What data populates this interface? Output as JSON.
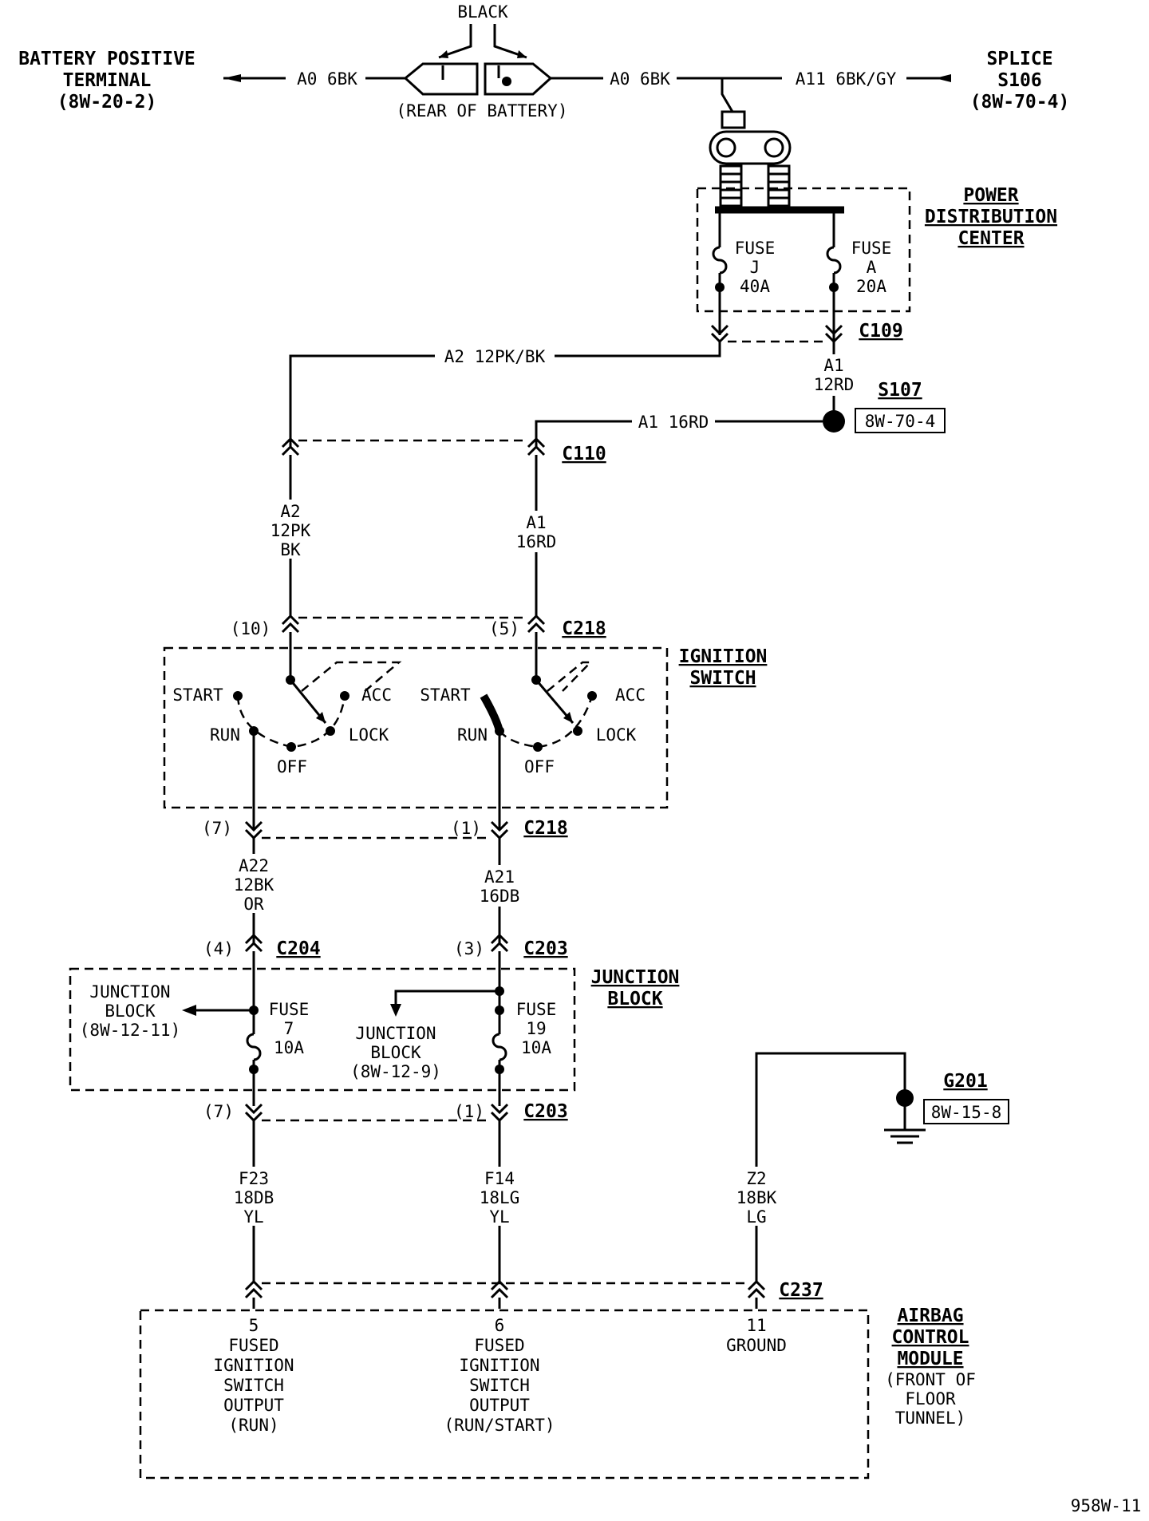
{
  "labels": {
    "battery_positive": [
      "BATTERY POSITIVE",
      "TERMINAL",
      "(8W-20-2)"
    ],
    "black": "BLACK",
    "rear_of_battery": "(REAR OF BATTERY)",
    "wire_a0_left": "A0 6BK",
    "wire_a0_right": "A0 6BK",
    "wire_a11": "A11 6BK/GY",
    "splice": [
      "SPLICE",
      "S106",
      "(8W-70-4)"
    ],
    "pdc": [
      "POWER",
      "DISTRIBUTION",
      "CENTER"
    ],
    "fuse_j": [
      "FUSE",
      "J",
      "40A"
    ],
    "fuse_a": [
      "FUSE",
      "A",
      "20A"
    ],
    "c109": "C109",
    "wire_a2_top": "A2 12PK/BK",
    "wire_a1_pdc": [
      "A1",
      "12RD"
    ],
    "s107": "S107",
    "s107_ref": "8W-70-4",
    "wire_a1_16rd": "A1 16RD",
    "c110": "C110",
    "wire_a2_left": [
      "A2",
      "12PK",
      "BK"
    ],
    "wire_a1_right": [
      "A1",
      "16RD"
    ],
    "pin_10": "(10)",
    "pin_5": "(5)",
    "c218_top": "C218",
    "ignition_switch": [
      "IGNITION",
      "SWITCH"
    ],
    "switch_positions": {
      "start": "START",
      "acc": "ACC",
      "run": "RUN",
      "lock": "LOCK",
      "off": "OFF"
    },
    "pin_7": "(7)",
    "pin_1": "(1)",
    "c218_bottom": "C218",
    "wire_a22": [
      "A22",
      "12BK",
      "OR"
    ],
    "wire_a21": [
      "A21",
      "16DB"
    ],
    "pin_4": "(4)",
    "c204": "C204",
    "pin_3": "(3)",
    "c203_top": "C203",
    "junction_block_title": [
      "JUNCTION",
      "BLOCK"
    ],
    "junction_block_left": [
      "JUNCTION",
      "BLOCK",
      "(8W-12-11)"
    ],
    "junction_block_mid": [
      "JUNCTION",
      "BLOCK",
      "(8W-12-9)"
    ],
    "fuse_7": [
      "FUSE",
      "7",
      "10A"
    ],
    "fuse_19": [
      "FUSE",
      "19",
      "10A"
    ],
    "pin_7b": "(7)",
    "pin_1b": "(1)",
    "c203_bottom": "C203",
    "g201": "G201",
    "g201_ref": "8W-15-8",
    "wire_f23": [
      "F23",
      "18DB",
      "YL"
    ],
    "wire_f14": [
      "F14",
      "18LG",
      "YL"
    ],
    "wire_z2": [
      "Z2",
      "18BK",
      "LG"
    ],
    "c237": "C237",
    "pin5_block": [
      "5",
      "FUSED",
      "IGNITION",
      "SWITCH",
      "OUTPUT",
      "(RUN)"
    ],
    "pin6_block": [
      "6",
      "FUSED",
      "IGNITION",
      "SWITCH",
      "OUTPUT",
      "(RUN/START)"
    ],
    "pin11_block": [
      "11",
      "GROUND"
    ],
    "airbag_module": [
      "AIRBAG",
      "CONTROL",
      "MODULE"
    ],
    "airbag_location": [
      "(FRONT OF",
      "FLOOR",
      "TUNNEL)"
    ],
    "figure_id": "958W-11"
  }
}
